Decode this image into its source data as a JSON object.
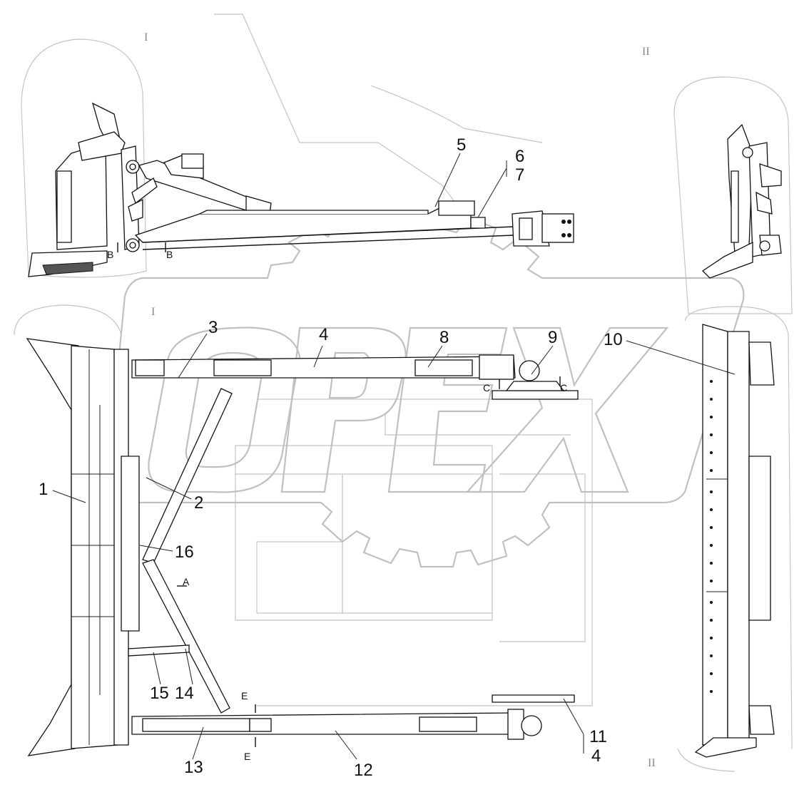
{
  "watermark": "OPEX",
  "view_labels": {
    "view_I_top": "I",
    "view_I_plan": "I",
    "view_II_top": "II",
    "view_II_bottom": "II"
  },
  "section_labels": {
    "B_left": "B",
    "B_right": "B",
    "C_left": "C",
    "C_right": "C",
    "E_top": "E",
    "E_bottom": "E",
    "A": "A"
  },
  "part_numbers": {
    "p1": "1",
    "p2": "2",
    "p3": "3",
    "p4": "4",
    "p4b": "4",
    "p5": "5",
    "p6": "6",
    "p7": "7",
    "p8": "8",
    "p9": "9",
    "p10": "10",
    "p11": "11",
    "p12": "12",
    "p13": "13",
    "p14": "14",
    "p15": "15",
    "p16": "16"
  }
}
